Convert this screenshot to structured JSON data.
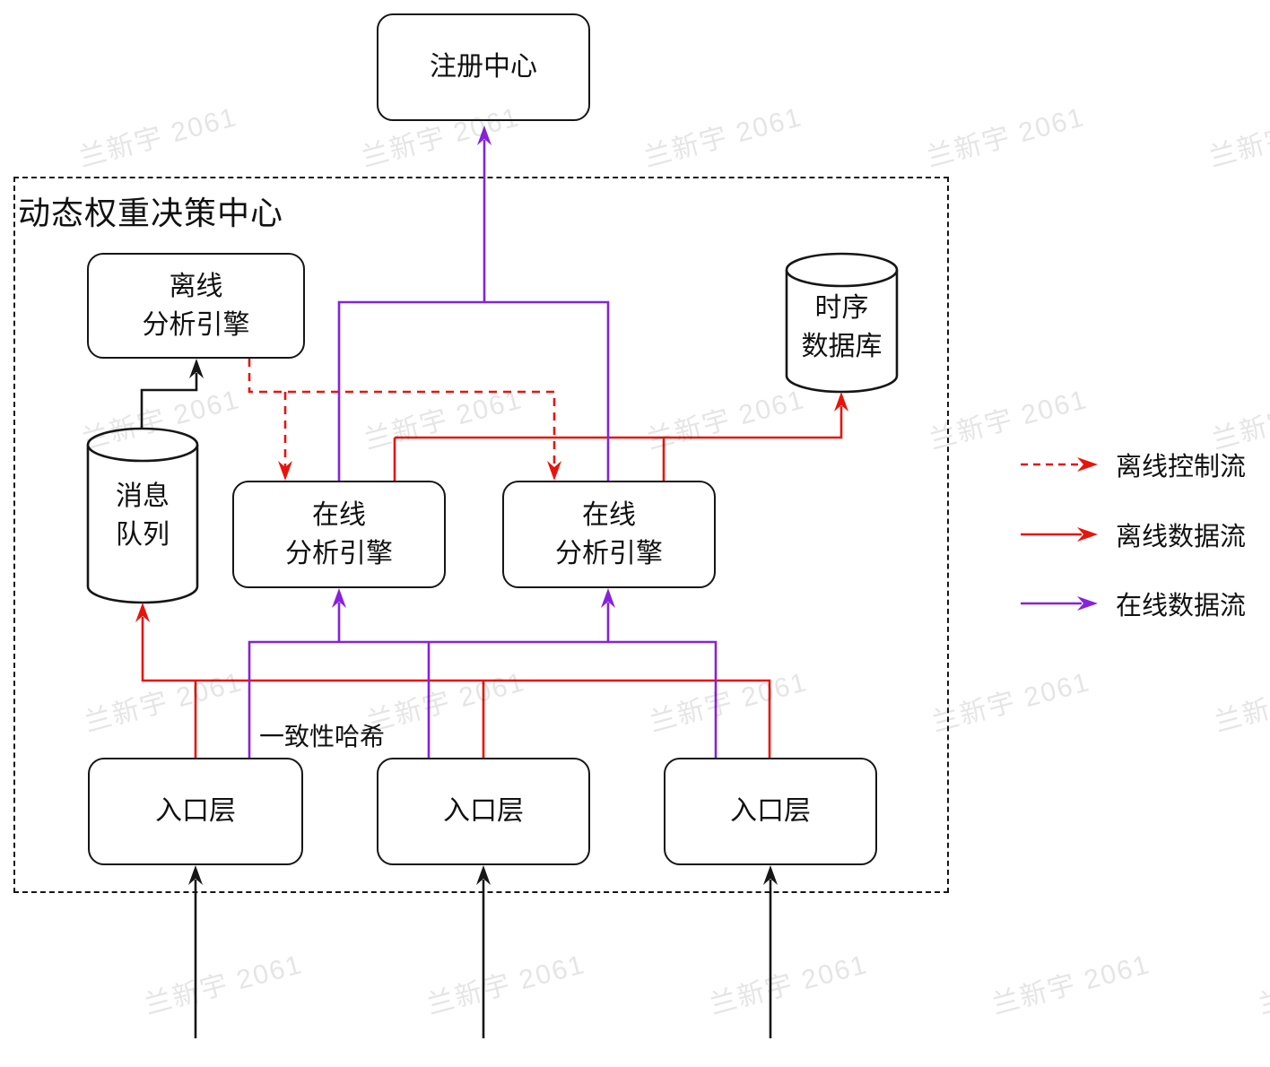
{
  "diagram": {
    "container": {
      "title": "动态权重决策中心"
    },
    "nodes": {
      "registry": {
        "label": "注册中心",
        "shape": "rounded-box"
      },
      "offline_engine": {
        "label": "离线\n分析引擎",
        "shape": "rounded-box"
      },
      "tsdb": {
        "label": "时序\n数据库",
        "shape": "cylinder"
      },
      "mq": {
        "label": "消息\n队列",
        "shape": "cylinder"
      },
      "online_engine_left": {
        "label": "在线\n分析引擎",
        "shape": "rounded-box"
      },
      "online_engine_right": {
        "label": "在线\n分析引擎",
        "shape": "rounded-box"
      },
      "entry_left": {
        "label": "入口层",
        "shape": "rounded-box"
      },
      "entry_mid": {
        "label": "入口层",
        "shape": "rounded-box"
      },
      "entry_right": {
        "label": "入口层",
        "shape": "rounded-box"
      }
    },
    "annotations": {
      "consistent_hash": "一致性哈希"
    },
    "legend": [
      {
        "label": "离线控制流",
        "line": "dashed",
        "color": "#e8140c"
      },
      {
        "label": "离线数据流",
        "line": "solid",
        "color": "#e8140c"
      },
      {
        "label": "在线数据流",
        "line": "solid",
        "color": "#8622dd"
      }
    ],
    "watermark": {
      "text": "兰新宇 2061"
    },
    "colors": {
      "offline_flow": "#e8140c",
      "online_flow": "#8622dd",
      "structure": "#161616"
    }
  }
}
